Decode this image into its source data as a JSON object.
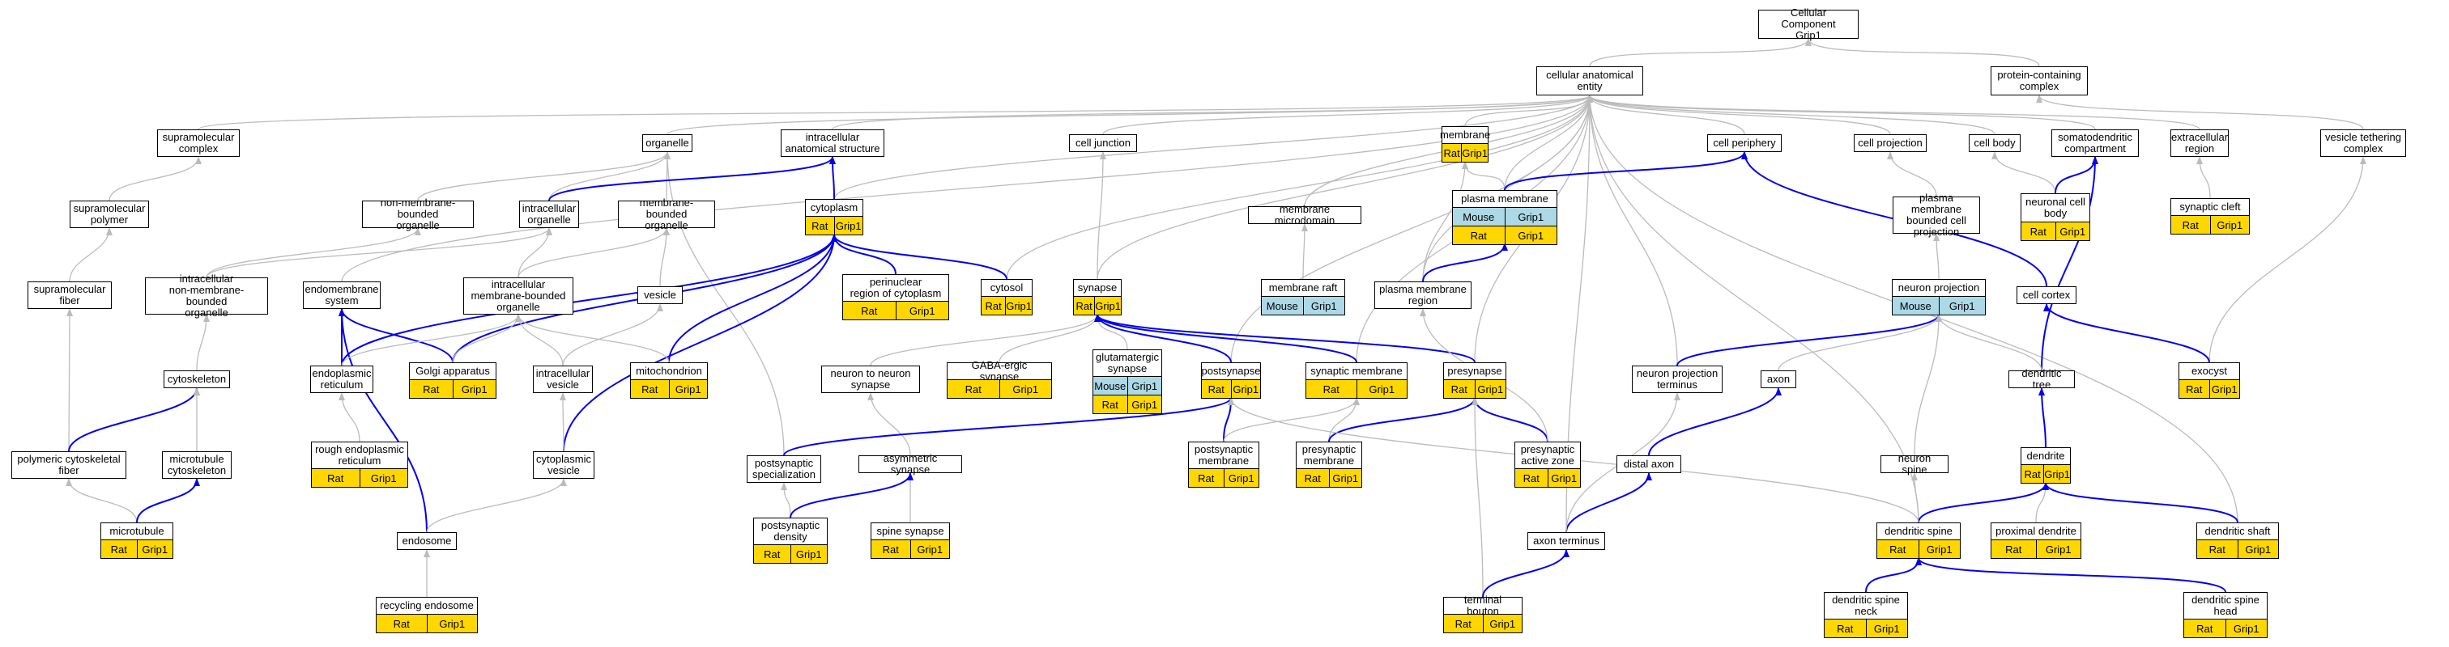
{
  "colors": {
    "rat": "#FFD700",
    "mouse": "#ADD8E6",
    "gray_edge": "#BBBBBB",
    "blue_edge": "#0000EE",
    "node_border": "#000000"
  },
  "nodes": [
    {
      "id": "cc_grip1",
      "label": "Cellular Component\nGrip1"
    },
    {
      "id": "cae",
      "label": "cellular anatomical\nentity"
    },
    {
      "id": "pcc",
      "label": "protein-containing\ncomplex"
    },
    {
      "id": "supra_complex",
      "label": "supramolecular\ncomplex"
    },
    {
      "id": "organelle",
      "label": "organelle"
    },
    {
      "id": "ias",
      "label": "intracellular\nanatomical structure"
    },
    {
      "id": "cell_junction",
      "label": "cell junction"
    },
    {
      "id": "membrane",
      "label": "membrane",
      "ann": [
        [
          "Rat",
          "rat"
        ],
        [
          "Grip1",
          "rat"
        ]
      ]
    },
    {
      "id": "cell_periphery",
      "label": "cell periphery"
    },
    {
      "id": "cell_projection",
      "label": "cell projection"
    },
    {
      "id": "cell_body",
      "label": "cell body"
    },
    {
      "id": "somatodendritic",
      "label": "somatodendritic\ncompartment"
    },
    {
      "id": "extracellular",
      "label": "extracellular\nregion"
    },
    {
      "id": "vesicle_tethering",
      "label": "vesicle tethering\ncomplex"
    },
    {
      "id": "supra_polymer",
      "label": "supramolecular\npolymer"
    },
    {
      "id": "nmbo",
      "label": "non-membrane-bounded\norganelle"
    },
    {
      "id": "intra_org",
      "label": "intracellular\norganelle"
    },
    {
      "id": "mbo",
      "label": "membrane-bounded\norganelle"
    },
    {
      "id": "cytoplasm",
      "label": "cytoplasm",
      "ann": [
        [
          "Rat",
          "rat"
        ],
        [
          "Grip1",
          "rat"
        ]
      ]
    },
    {
      "id": "membrane_microdomain",
      "label": "membrane microdomain"
    },
    {
      "id": "plasma_membrane",
      "label": "plasma membrane",
      "ann": [
        [
          "Mouse",
          "mouse"
        ],
        [
          "Grip1",
          "mouse"
        ]
      ],
      "ann2": [
        [
          "Rat",
          "rat"
        ],
        [
          "Grip1",
          "rat"
        ]
      ]
    },
    {
      "id": "pmbcp",
      "label": "plasma membrane\nbounded cell\nprojection"
    },
    {
      "id": "neuronal_cell_body",
      "label": "neuronal cell\nbody",
      "ann": [
        [
          "Rat",
          "rat"
        ],
        [
          "Grip1",
          "rat"
        ]
      ]
    },
    {
      "id": "synaptic_cleft",
      "label": "synaptic cleft",
      "ann": [
        [
          "Rat",
          "rat"
        ],
        [
          "Grip1",
          "rat"
        ]
      ]
    },
    {
      "id": "supra_fiber",
      "label": "supramolecular\nfiber"
    },
    {
      "id": "inmbo",
      "label": "intracellular\nnon-membrane-bounded\norganelle"
    },
    {
      "id": "endomembrane",
      "label": "endomembrane\nsystem"
    },
    {
      "id": "imbo",
      "label": "intracellular\nmembrane-bounded\norganelle"
    },
    {
      "id": "vesicle",
      "label": "vesicle"
    },
    {
      "id": "perinuclear",
      "label": "perinuclear\nregion of cytoplasm",
      "ann": [
        [
          "Rat",
          "rat"
        ],
        [
          "Grip1",
          "rat"
        ]
      ]
    },
    {
      "id": "cytosol",
      "label": "cytosol",
      "ann": [
        [
          "Rat",
          "rat"
        ],
        [
          "Grip1",
          "rat"
        ]
      ]
    },
    {
      "id": "synapse",
      "label": "synapse",
      "ann": [
        [
          "Rat",
          "rat"
        ],
        [
          "Grip1",
          "rat"
        ]
      ]
    },
    {
      "id": "membrane_raft",
      "label": "membrane raft",
      "ann": [
        [
          "Mouse",
          "mouse"
        ],
        [
          "Grip1",
          "mouse"
        ]
      ]
    },
    {
      "id": "pm_region",
      "label": "plasma membrane\nregion"
    },
    {
      "id": "neuron_projection",
      "label": "neuron projection",
      "ann": [
        [
          "Mouse",
          "mouse"
        ],
        [
          "Grip1",
          "mouse"
        ]
      ]
    },
    {
      "id": "cell_cortex",
      "label": "cell cortex"
    },
    {
      "id": "cytoskeleton",
      "label": "cytoskeleton"
    },
    {
      "id": "er",
      "label": "endoplasmic\nreticulum"
    },
    {
      "id": "golgi",
      "label": "Golgi apparatus",
      "ann": [
        [
          "Rat",
          "rat"
        ],
        [
          "Grip1",
          "rat"
        ]
      ]
    },
    {
      "id": "intra_vesicle",
      "label": "intracellular\nvesicle"
    },
    {
      "id": "mitochondrion",
      "label": "mitochondrion",
      "ann": [
        [
          "Rat",
          "rat"
        ],
        [
          "Grip1",
          "rat"
        ]
      ]
    },
    {
      "id": "n2n_synapse",
      "label": "neuron to neuron\nsynapse"
    },
    {
      "id": "gaba_synapse",
      "label": "GABA-ergic synapse",
      "ann": [
        [
          "Rat",
          "rat"
        ],
        [
          "Grip1",
          "rat"
        ]
      ]
    },
    {
      "id": "glut_synapse",
      "label": "glutamatergic\nsynapse",
      "ann": [
        [
          "Mouse",
          "mouse"
        ],
        [
          "Grip1",
          "mouse"
        ]
      ],
      "ann2": [
        [
          "Rat",
          "rat"
        ],
        [
          "Grip1",
          "rat"
        ]
      ]
    },
    {
      "id": "postsynapse",
      "label": "postsynapse",
      "ann": [
        [
          "Rat",
          "rat"
        ],
        [
          "Grip1",
          "rat"
        ]
      ]
    },
    {
      "id": "synaptic_membrane",
      "label": "synaptic membrane",
      "ann": [
        [
          "Rat",
          "rat"
        ],
        [
          "Grip1",
          "rat"
        ]
      ]
    },
    {
      "id": "presynapse",
      "label": "presynapse",
      "ann": [
        [
          "Rat",
          "rat"
        ],
        [
          "Grip1",
          "rat"
        ]
      ]
    },
    {
      "id": "np_terminus",
      "label": "neuron projection\nterminus"
    },
    {
      "id": "axon",
      "label": "axon"
    },
    {
      "id": "dendritic_tree",
      "label": "dendritic tree"
    },
    {
      "id": "exocyst",
      "label": "exocyst",
      "ann": [
        [
          "Rat",
          "rat"
        ],
        [
          "Grip1",
          "rat"
        ]
      ]
    },
    {
      "id": "rough_er",
      "label": "rough endoplasmic\nreticulum",
      "ann": [
        [
          "Rat",
          "rat"
        ],
        [
          "Grip1",
          "rat"
        ]
      ]
    },
    {
      "id": "polymeric_cf",
      "label": "polymeric cytoskeletal\nfiber"
    },
    {
      "id": "mt_cytoskeleton",
      "label": "microtubule\ncytoskeleton"
    },
    {
      "id": "cyto_vesicle",
      "label": "cytoplasmic\nvesicle"
    },
    {
      "id": "postsyn_spec",
      "label": "postsynaptic\nspecialization"
    },
    {
      "id": "asym_synapse",
      "label": "asymmetric synapse"
    },
    {
      "id": "postsyn_membrane",
      "label": "postsynaptic\nmembrane",
      "ann": [
        [
          "Rat",
          "rat"
        ],
        [
          "Grip1",
          "rat"
        ]
      ]
    },
    {
      "id": "presyn_membrane",
      "label": "presynaptic\nmembrane",
      "ann": [
        [
          "Rat",
          "rat"
        ],
        [
          "Grip1",
          "rat"
        ]
      ]
    },
    {
      "id": "presyn_az",
      "label": "presynaptic\nactive zone",
      "ann": [
        [
          "Rat",
          "rat"
        ],
        [
          "Grip1",
          "rat"
        ]
      ]
    },
    {
      "id": "distal_axon",
      "label": "distal axon"
    },
    {
      "id": "neuron_spine",
      "label": "neuron spine"
    },
    {
      "id": "dendrite",
      "label": "dendrite",
      "ann": [
        [
          "Rat",
          "rat"
        ],
        [
          "Grip1",
          "rat"
        ]
      ]
    },
    {
      "id": "microtubule",
      "label": "microtubule",
      "ann": [
        [
          "Rat",
          "rat"
        ],
        [
          "Grip1",
          "rat"
        ]
      ]
    },
    {
      "id": "endosome",
      "label": "endosome"
    },
    {
      "id": "psd",
      "label": "postsynaptic\ndensity",
      "ann": [
        [
          "Rat",
          "rat"
        ],
        [
          "Grip1",
          "rat"
        ]
      ]
    },
    {
      "id": "spine_synapse",
      "label": "spine synapse",
      "ann": [
        [
          "Rat",
          "rat"
        ],
        [
          "Grip1",
          "rat"
        ]
      ]
    },
    {
      "id": "axon_terminus",
      "label": "axon terminus"
    },
    {
      "id": "dendritic_spine",
      "label": "dendritic spine",
      "ann": [
        [
          "Rat",
          "rat"
        ],
        [
          "Grip1",
          "rat"
        ]
      ]
    },
    {
      "id": "proximal_dendrite",
      "label": "proximal dendrite",
      "ann": [
        [
          "Rat",
          "rat"
        ],
        [
          "Grip1",
          "rat"
        ]
      ]
    },
    {
      "id": "dendritic_shaft",
      "label": "dendritic shaft",
      "ann": [
        [
          "Rat",
          "rat"
        ],
        [
          "Grip1",
          "rat"
        ]
      ]
    },
    {
      "id": "recycling_endosome",
      "label": "recycling endosome",
      "ann": [
        [
          "Rat",
          "rat"
        ],
        [
          "Grip1",
          "rat"
        ]
      ]
    },
    {
      "id": "terminal_bouton",
      "label": "terminal bouton",
      "ann": [
        [
          "Rat",
          "rat"
        ],
        [
          "Grip1",
          "rat"
        ]
      ]
    },
    {
      "id": "spine_neck",
      "label": "dendritic spine\nneck",
      "ann": [
        [
          "Rat",
          "rat"
        ],
        [
          "Grip1",
          "rat"
        ]
      ]
    },
    {
      "id": "spine_head",
      "label": "dendritic spine\nhead",
      "ann": [
        [
          "Rat",
          "rat"
        ],
        [
          "Grip1",
          "rat"
        ]
      ]
    }
  ],
  "edges": [
    [
      "cae",
      "cc_grip1",
      "g"
    ],
    [
      "pcc",
      "cc_grip1",
      "g"
    ],
    [
      "supra_complex",
      "cae",
      "g"
    ],
    [
      "organelle",
      "cae",
      "g"
    ],
    [
      "ias",
      "cae",
      "g"
    ],
    [
      "cell_junction",
      "cae",
      "g"
    ],
    [
      "membrane",
      "cae",
      "g"
    ],
    [
      "cell_periphery",
      "cae",
      "g"
    ],
    [
      "cell_projection",
      "cae",
      "g"
    ],
    [
      "cell_body",
      "cae",
      "g"
    ],
    [
      "somatodendritic",
      "cae",
      "g"
    ],
    [
      "extracellular",
      "cae",
      "g"
    ],
    [
      "vesicle_tethering",
      "pcc",
      "g"
    ],
    [
      "cytoplasm",
      "cae",
      "g"
    ],
    [
      "cytosol",
      "cae",
      "g"
    ],
    [
      "synapse",
      "cae",
      "g"
    ],
    [
      "membrane_microdomain",
      "cae",
      "g"
    ],
    [
      "plasma_membrane",
      "cae",
      "g"
    ],
    [
      "pm_region",
      "cae",
      "g"
    ],
    [
      "np_terminus",
      "cae",
      "g"
    ],
    [
      "presynapse",
      "cae",
      "g"
    ],
    [
      "axon_terminus",
      "cae",
      "g"
    ],
    [
      "dendritic_spine",
      "cae",
      "g"
    ],
    [
      "dendritic_shaft",
      "cae",
      "g"
    ],
    [
      "postsynapse",
      "cae",
      "g"
    ],
    [
      "synaptic_membrane",
      "cae",
      "g"
    ],
    [
      "endomembrane",
      "cae",
      "g"
    ],
    [
      "supra_polymer",
      "supra_complex",
      "g"
    ],
    [
      "nmbo",
      "organelle",
      "g"
    ],
    [
      "intra_org",
      "organelle",
      "g"
    ],
    [
      "mbo",
      "organelle",
      "g"
    ],
    [
      "postsyn_spec",
      "organelle",
      "g"
    ],
    [
      "intra_org",
      "ias",
      "b"
    ],
    [
      "cytoplasm",
      "ias",
      "b"
    ],
    [
      "supra_fiber",
      "supra_polymer",
      "g"
    ],
    [
      "inmbo",
      "nmbo",
      "g"
    ],
    [
      "inmbo",
      "intra_org",
      "g"
    ],
    [
      "imbo",
      "intra_org",
      "g"
    ],
    [
      "imbo",
      "mbo",
      "g"
    ],
    [
      "vesicle",
      "mbo",
      "g"
    ],
    [
      "perinuclear",
      "cytoplasm",
      "b"
    ],
    [
      "cytosol",
      "cytoplasm",
      "b"
    ],
    [
      "er",
      "cytoplasm",
      "b"
    ],
    [
      "golgi",
      "cytoplasm",
      "b"
    ],
    [
      "mitochondrion",
      "cytoplasm",
      "b"
    ],
    [
      "cyto_vesicle",
      "cytoplasm",
      "b"
    ],
    [
      "synapse",
      "cell_junction",
      "g"
    ],
    [
      "plasma_membrane",
      "membrane",
      "g"
    ],
    [
      "pm_region",
      "membrane",
      "g"
    ],
    [
      "membrane_raft",
      "membrane_microdomain",
      "g"
    ],
    [
      "plasma_membrane",
      "cell_periphery",
      "b"
    ],
    [
      "cell_cortex",
      "cell_periphery",
      "b"
    ],
    [
      "pm_region",
      "plasma_membrane",
      "b"
    ],
    [
      "pmbcp",
      "cell_projection",
      "g"
    ],
    [
      "neuron_projection",
      "pmbcp",
      "g"
    ],
    [
      "neuronal_cell_body",
      "cell_body",
      "g"
    ],
    [
      "neuronal_cell_body",
      "somatodendritic",
      "b"
    ],
    [
      "dendritic_tree",
      "somatodendritic",
      "b"
    ],
    [
      "synaptic_cleft",
      "extracellular",
      "g"
    ],
    [
      "exocyst",
      "vesicle_tethering",
      "g"
    ],
    [
      "exocyst",
      "cell_cortex",
      "b"
    ],
    [
      "cytoskeleton",
      "inmbo",
      "g"
    ],
    [
      "er",
      "endomembrane",
      "b"
    ],
    [
      "golgi",
      "endomembrane",
      "b"
    ],
    [
      "endosome",
      "endomembrane",
      "b"
    ],
    [
      "er",
      "imbo",
      "g"
    ],
    [
      "golgi",
      "imbo",
      "g"
    ],
    [
      "mitochondrion",
      "imbo",
      "g"
    ],
    [
      "intra_vesicle",
      "imbo",
      "g"
    ],
    [
      "intra_vesicle",
      "vesicle",
      "g"
    ],
    [
      "cyto_vesicle",
      "intra_vesicle",
      "g"
    ],
    [
      "rough_er",
      "er",
      "g"
    ],
    [
      "polymeric_cf",
      "supra_fiber",
      "g"
    ],
    [
      "polymeric_cf",
      "cytoskeleton",
      "b"
    ],
    [
      "mt_cytoskeleton",
      "cytoskeleton",
      "g"
    ],
    [
      "microtubule",
      "polymeric_cf",
      "g"
    ],
    [
      "microtubule",
      "mt_cytoskeleton",
      "b"
    ],
    [
      "endosome",
      "cyto_vesicle",
      "g"
    ],
    [
      "recycling_endosome",
      "endosome",
      "g"
    ],
    [
      "n2n_synapse",
      "synapse",
      "g"
    ],
    [
      "gaba_synapse",
      "synapse",
      "g"
    ],
    [
      "glut_synapse",
      "synapse",
      "g"
    ],
    [
      "postsynapse",
      "synapse",
      "b"
    ],
    [
      "synaptic_membrane",
      "synapse",
      "b"
    ],
    [
      "presynapse",
      "synapse",
      "b"
    ],
    [
      "asym_synapse",
      "n2n_synapse",
      "g"
    ],
    [
      "spine_synapse",
      "asym_synapse",
      "g"
    ],
    [
      "postsyn_spec",
      "postsynapse",
      "b"
    ],
    [
      "psd",
      "postsyn_spec",
      "g"
    ],
    [
      "psd",
      "asym_synapse",
      "b"
    ],
    [
      "postsyn_membrane",
      "postsynapse",
      "b"
    ],
    [
      "postsyn_membrane",
      "synaptic_membrane",
      "g"
    ],
    [
      "presyn_membrane",
      "synaptic_membrane",
      "g"
    ],
    [
      "presyn_membrane",
      "presynapse",
      "b"
    ],
    [
      "presyn_az",
      "presynapse",
      "b"
    ],
    [
      "terminal_bouton",
      "presynapse",
      "g"
    ],
    [
      "np_terminus",
      "neuron_projection",
      "b"
    ],
    [
      "axon",
      "neuron_projection",
      "g"
    ],
    [
      "distal_axon",
      "axon",
      "b"
    ],
    [
      "axon_terminus",
      "distal_axon",
      "b"
    ],
    [
      "axon_terminus",
      "np_terminus",
      "g"
    ],
    [
      "terminal_bouton",
      "axon_terminus",
      "b"
    ],
    [
      "dendritic_tree",
      "neuron_projection",
      "g"
    ],
    [
      "dendrite",
      "dendritic_tree",
      "b"
    ],
    [
      "neuron_spine",
      "neuron_projection",
      "g"
    ],
    [
      "dendritic_spine",
      "neuron_spine",
      "g"
    ],
    [
      "dendritic_spine",
      "dendrite",
      "b"
    ],
    [
      "proximal_dendrite",
      "dendrite",
      "g"
    ],
    [
      "dendritic_shaft",
      "dendrite",
      "b"
    ],
    [
      "spine_neck",
      "dendritic_spine",
      "b"
    ],
    [
      "spine_head",
      "dendritic_spine",
      "b"
    ],
    [
      "presyn_az",
      "pm_region",
      "g"
    ],
    [
      "dendritic_spine",
      "postsynapse",
      "g"
    ]
  ]
}
